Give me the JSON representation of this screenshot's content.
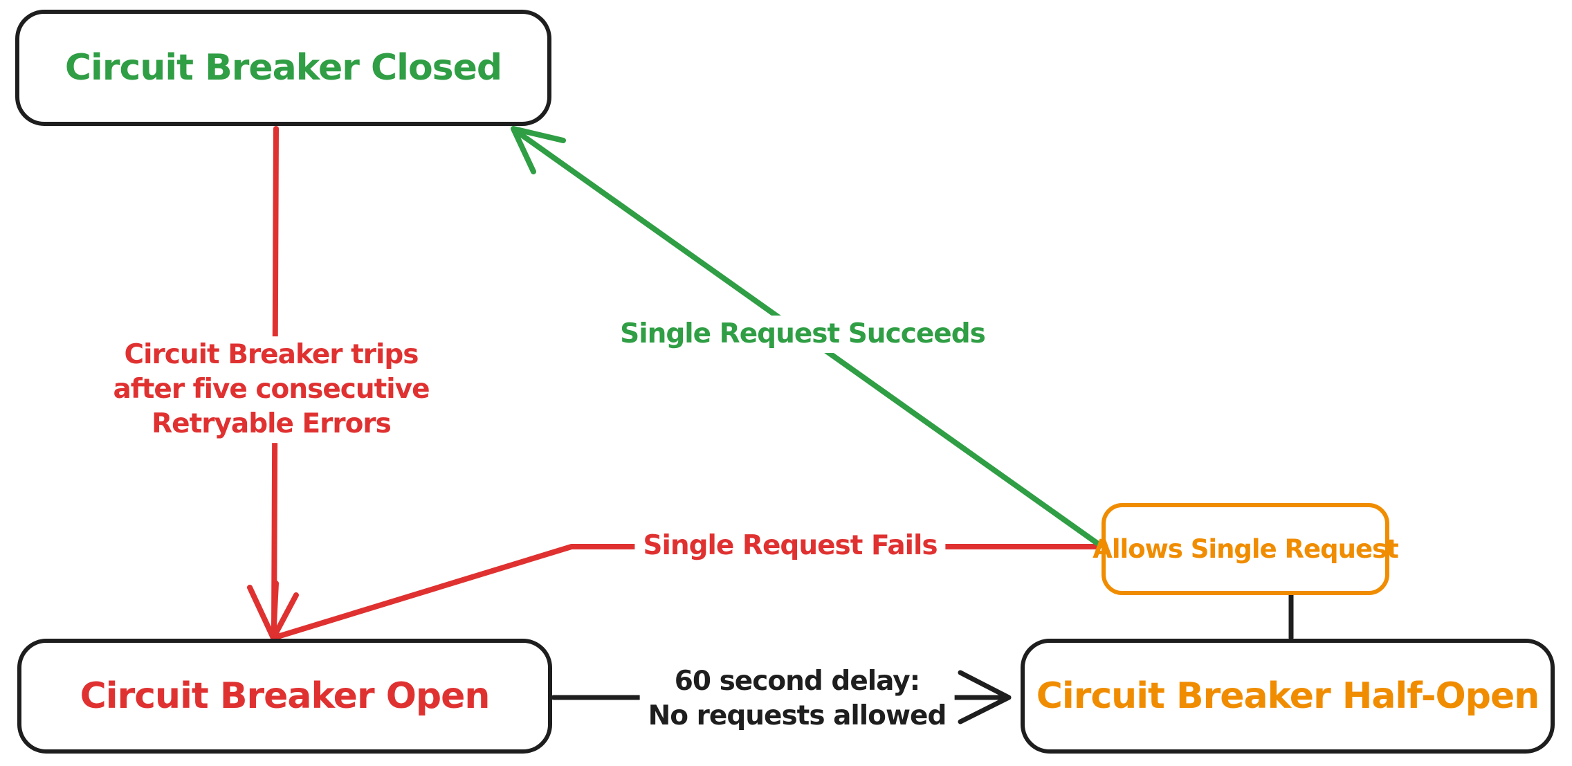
{
  "colors": {
    "green": "#2f9e44",
    "red": "#e03131",
    "orange": "#f08c00",
    "ink": "#1e1e1e",
    "background": "#ffffff"
  },
  "nodes": {
    "closed": {
      "label": "Circuit Breaker Closed"
    },
    "open": {
      "label": "Circuit Breaker Open"
    },
    "half_open": {
      "label": "Circuit Breaker Half-Open"
    },
    "allows": {
      "label": "Allows Single Request"
    }
  },
  "edges": {
    "trips": {
      "line1": "Circuit Breaker trips",
      "line2": "after five consecutive",
      "line3": "Retryable Errors"
    },
    "succeeds": {
      "label": "Single Request Succeeds"
    },
    "fails": {
      "label": "Single Request Fails"
    },
    "delay": {
      "line1": "60 second delay:",
      "line2": "No requests allowed"
    }
  }
}
